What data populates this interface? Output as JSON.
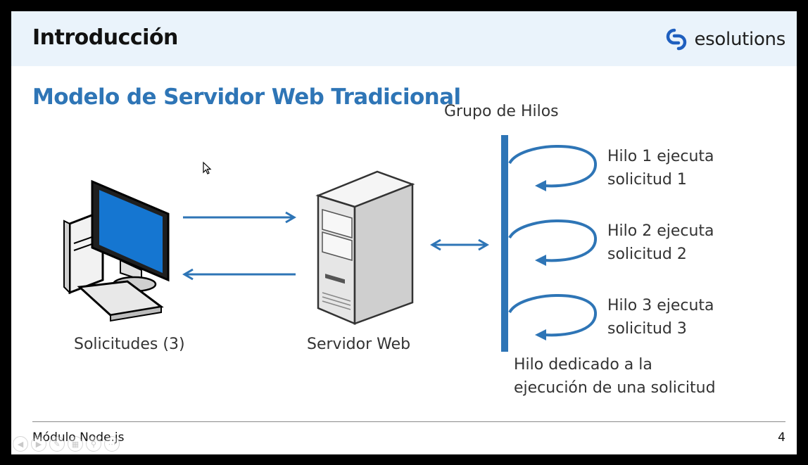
{
  "header": {
    "title": "Introducción"
  },
  "logo": {
    "text": "esolutions",
    "color": "#1f5fbf"
  },
  "slide": {
    "subtitle": "Modelo de Servidor Web Tradicional"
  },
  "diagram": {
    "client_label": "Solicitudes (3)",
    "server_label": "Servidor Web",
    "pool_label": "Grupo de Hilos",
    "threads": [
      {
        "line1": "Hilo 1 ejecuta",
        "line2": "solicitud 1"
      },
      {
        "line1": "Hilo 2 ejecuta",
        "line2": "solicitud 2"
      },
      {
        "line1": "Hilo 3 ejecuta",
        "line2": "solicitud 3"
      }
    ],
    "note_line1": "Hilo dedicado a la",
    "note_line2": "ejecución de una solicitud",
    "arrow_color": "#2e75b6"
  },
  "footer": {
    "module": "Módulo Node.js",
    "page": "4"
  },
  "controls": [
    "prev-icon",
    "next-icon",
    "pen-icon",
    "slides-icon",
    "zoom-icon",
    "more-icon"
  ]
}
